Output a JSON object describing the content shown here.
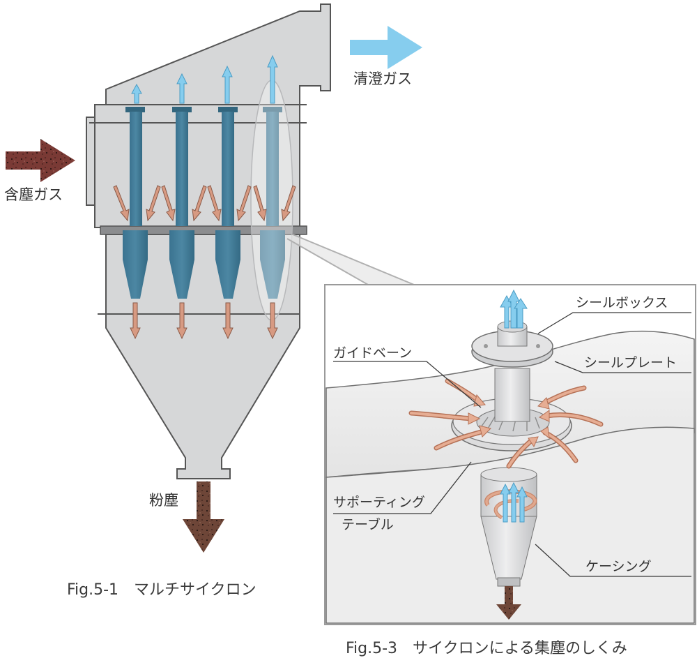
{
  "figure_left": {
    "caption": "Fig.5-1　マルチサイクロン",
    "labels": {
      "dusty_gas_in": "含塵ガス",
      "clean_gas_out": "清澄ガス",
      "dust_out": "粉塵"
    }
  },
  "figure_right": {
    "caption": "Fig.5-3　サイクロンによる集塵のしくみ",
    "labels": {
      "seal_box": "シールボックス",
      "seal_plate": "シールプレート",
      "guide_vane": "ガイドベーン",
      "supporting_table_line1": "サポーティング",
      "supporting_table_line2": "テーブル",
      "casing": "ケーシング"
    }
  },
  "colors": {
    "housing": "#d6d7d8",
    "housing_stroke": "#555555",
    "tube": "#45809c",
    "tube_dark": "#33667e",
    "clean_arrow": "#86cdee",
    "dust_arrow": "#d79a82",
    "dusty_gas_arrow": "#7c3a36",
    "dust_out_arrow": "#6b4538"
  }
}
